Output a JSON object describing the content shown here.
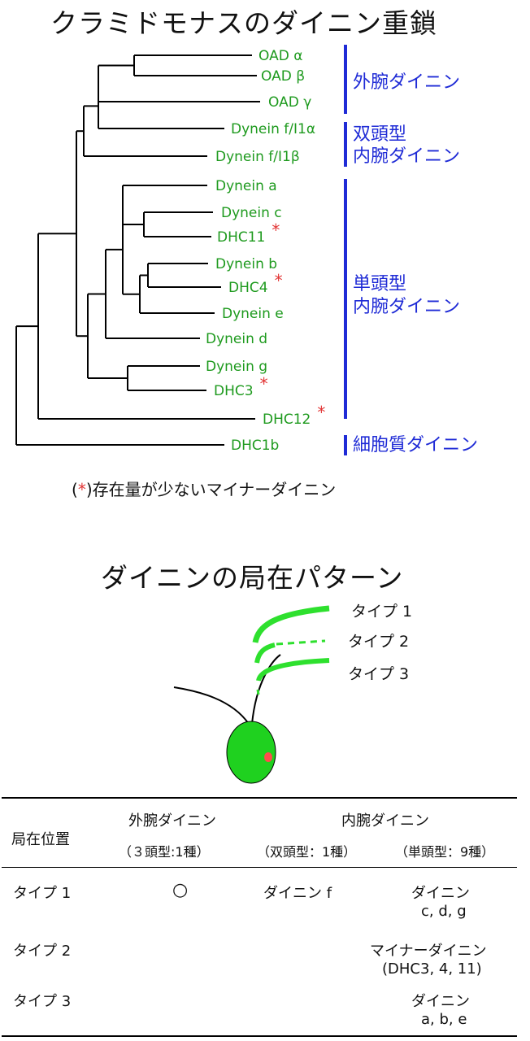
{
  "tree": {
    "title": "クラミドモナスのダイニン重鎖",
    "taxa": [
      {
        "label": "OAD α",
        "minor": false
      },
      {
        "label": "OAD β",
        "minor": false
      },
      {
        "label": "OAD γ",
        "minor": false
      },
      {
        "label": "Dynein f/I1α",
        "minor": false
      },
      {
        "label": "Dynein f/I1β",
        "minor": false
      },
      {
        "label": "Dynein a",
        "minor": false
      },
      {
        "label": "Dynein c",
        "minor": false
      },
      {
        "label": "DHC11",
        "minor": true
      },
      {
        "label": "Dynein b",
        "minor": false
      },
      {
        "label": "DHC4",
        "minor": true
      },
      {
        "label": "Dynein e",
        "minor": false
      },
      {
        "label": "Dynein d",
        "minor": false
      },
      {
        "label": "Dynein g",
        "minor": false
      },
      {
        "label": "DHC3",
        "minor": true
      },
      {
        "label": "DHC12",
        "minor": true
      },
      {
        "label": "DHC1b",
        "minor": false
      }
    ],
    "groups": [
      {
        "lines": [
          "外腕ダイニン"
        ]
      },
      {
        "lines": [
          "双頭型",
          "内腕ダイニン"
        ]
      },
      {
        "lines": [
          "単頭型",
          "内腕ダイニン"
        ]
      },
      {
        "lines": [
          "細胞質ダイニン"
        ]
      }
    ],
    "asterisk": "*",
    "legend_open": "(",
    "legend_star": "*",
    "legend_text": ")存在量が少ないマイナーダイニン",
    "colors": {
      "branch": "#000000",
      "taxon": "#1e9a1e",
      "group": "#1f2bd6",
      "asterisk": "#e23535"
    }
  },
  "pattern": {
    "title": "ダイニンの局在パターン",
    "types": [
      "タイプ 1",
      "タイプ 2",
      "タイプ 3"
    ],
    "colors": {
      "flagella": "#2ee02e",
      "cell": "#1fd11f",
      "eyespot": "#ff4c4c"
    }
  },
  "table": {
    "col_location": "局在位置",
    "col_outer": "外腕ダイニン",
    "col_outer_sub": "（３頭型:1種）",
    "col_inner": "内腕ダイニン",
    "col_inner_sub1": "（双頭型：1種）",
    "col_inner_sub2": "（単頭型：9種）",
    "rows": [
      {
        "type": "タイプ 1",
        "outer": "○",
        "inner_double": "ダイニン f",
        "inner_single_1": "ダイニン",
        "inner_single_2": "c, d, g"
      },
      {
        "type": "タイプ 2",
        "outer": "",
        "inner_double": "",
        "inner_single_1": "マイナーダイニン",
        "inner_single_2": "(DHC3, 4, 11)"
      },
      {
        "type": "タイプ 3",
        "outer": "",
        "inner_double": "",
        "inner_single_1": "ダイニン",
        "inner_single_2": "a, b, e"
      }
    ]
  }
}
